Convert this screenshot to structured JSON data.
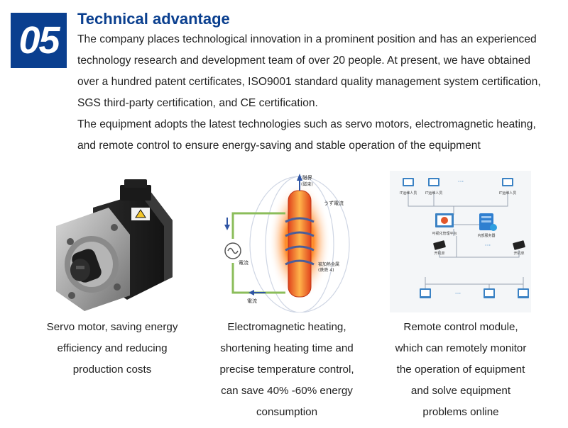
{
  "section": {
    "number": "05",
    "title": "Technical advantage",
    "paragraph_lines": [
      "The company places technological innovation in a prominent position and has an experienced",
      "technology research and development team of over 20 people. At present, we have obtained",
      "over a hundred patent certificates, ISO9001 standard quality management system certification,",
      "SGS third-party certification, and CE certification.",
      "The equipment adopts the latest technologies such as servo motors, electromagnetic heating,",
      "and remote control to ensure energy-saving and stable operation of the equipment"
    ]
  },
  "features": [
    {
      "image": "servo-motor",
      "caption_lines": [
        "Servo motor, saving energy",
        "efficiency and reducing",
        "production costs"
      ]
    },
    {
      "image": "electromagnetic-heating-diagram",
      "labels": {
        "field": "磁界",
        "field_sub": "(磁束)",
        "eddy": "うず電流",
        "current_left": "電流",
        "current_bottom": "電流",
        "metal": "被加熱金属",
        "metal_sub": "(鉄鉄 4)"
      },
      "caption_lines": [
        "Electromagnetic heating,",
        "shortening heating time and",
        "precise temperature control,",
        "can save 40% -60% energy",
        "consumption"
      ]
    },
    {
      "image": "remote-control-network-diagram",
      "labels": {
        "terminal": "IT运维人员",
        "platform": "可视化管理平台",
        "server": "内部服务器",
        "device": "开机单",
        "ellipsis": "···"
      },
      "caption_lines": [
        "Remote control module,",
        "which can remotely monitor",
        "the operation of equipment",
        "and solve equipment",
        "problems online"
      ]
    }
  ],
  "colors": {
    "accent": "#0a3f8f",
    "text": "#222222"
  }
}
